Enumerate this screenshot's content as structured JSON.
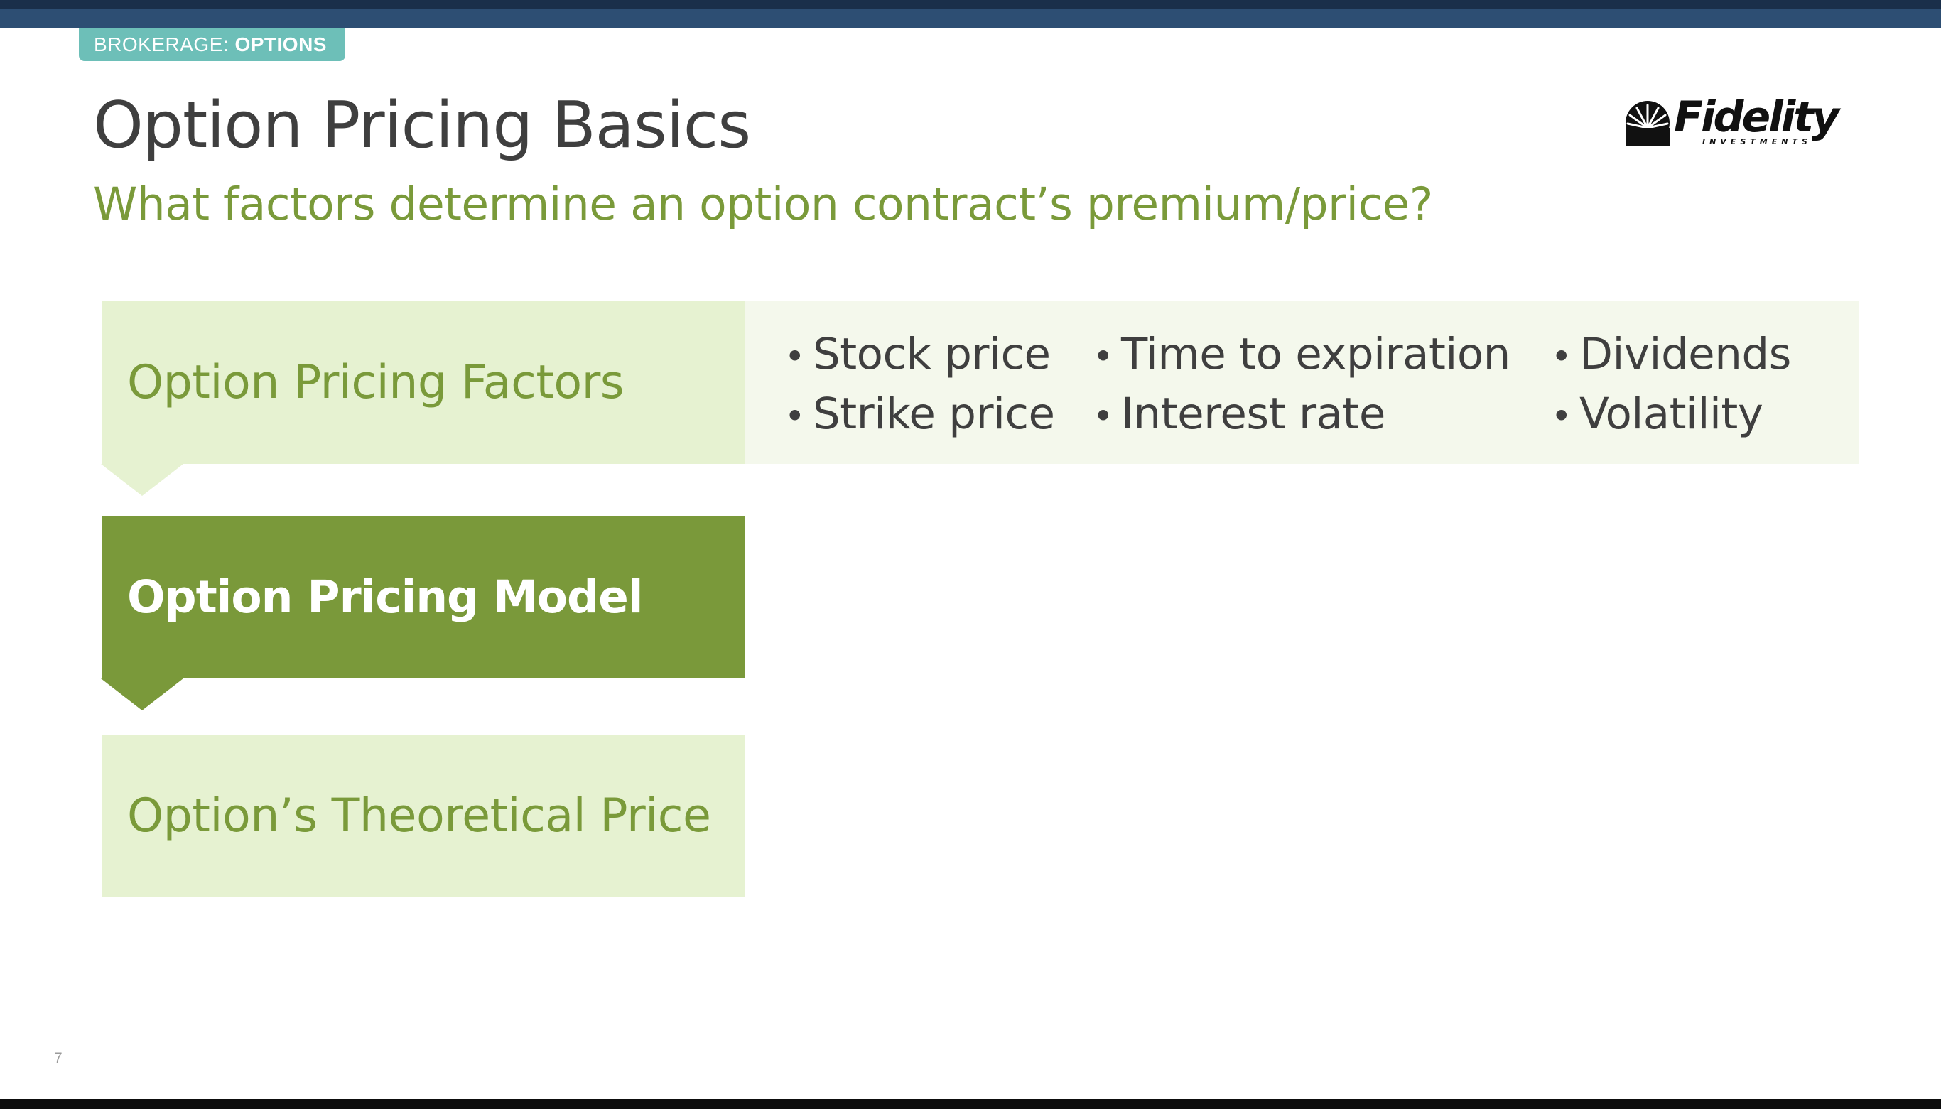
{
  "header": {
    "category_prefix": "BROKERAGE:",
    "category_name": "OPTIONS",
    "title": "Option Pricing Basics",
    "subtitle": "What factors determine an option contract’s premium/price?"
  },
  "logo": {
    "wordmark": "Fidelity",
    "subtext": "INVESTMENTS",
    "icon": "fidelity-starburst-icon"
  },
  "flow": {
    "factors_label": "Option Pricing Factors",
    "model_label": "Option Pricing Model",
    "theoretical_label": "Option’s Theoretical Price"
  },
  "factors": [
    "Stock price",
    "Strike price",
    "Time to expiration",
    "Interest rate",
    "Dividends",
    "Volatility"
  ],
  "bullet": "•",
  "footer": {
    "page_number": "7"
  },
  "colors": {
    "header_bar": "#2d4e73",
    "tag": "#6dbfb8",
    "accent_green": "#7a993a",
    "light_green": "#e6f2d1",
    "panel_bg": "#f4f8ec",
    "text_dark": "#3f3f3f"
  }
}
